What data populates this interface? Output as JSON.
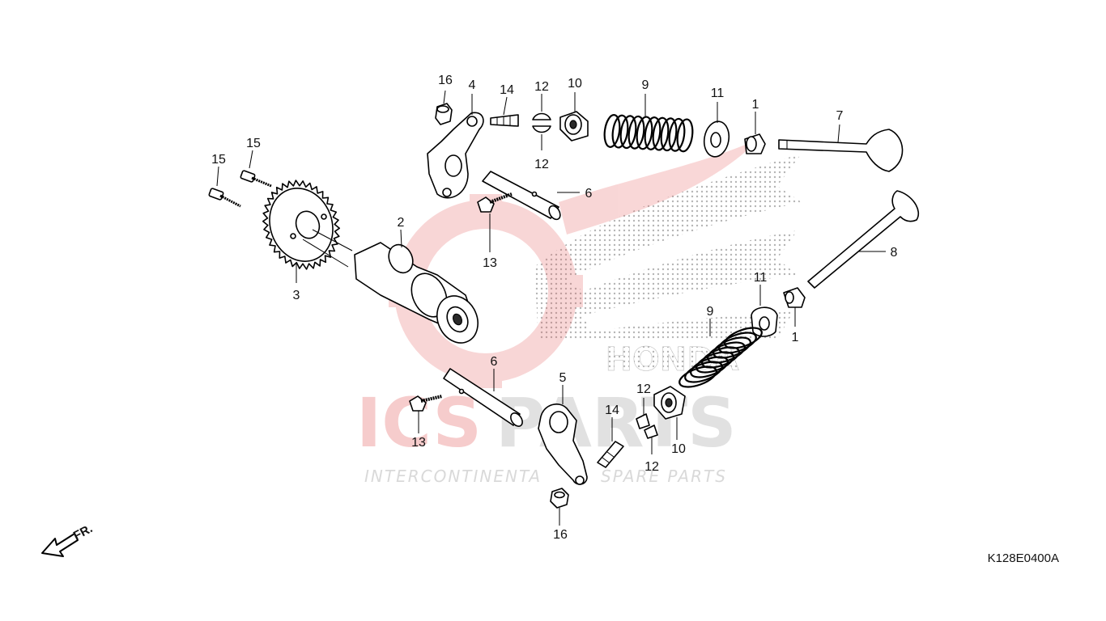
{
  "diagram": {
    "title": "",
    "drawing_code": "K128E0400A",
    "front_indicator": "FR."
  },
  "watermark": {
    "brand_left": "ICS",
    "brand_right": "PARTS",
    "tagline_left": "INTERCONTINENTA",
    "tagline_right": "SPARE PARTS",
    "logo_text": "HONDA",
    "colors": {
      "red": "#e24a4a",
      "grey": "#c9c9c9",
      "dots": "#b5b5b5"
    }
  },
  "callouts": [
    {
      "id": "c-16a",
      "label": "16"
    },
    {
      "id": "c-4",
      "label": "4"
    },
    {
      "id": "c-14a",
      "label": "14"
    },
    {
      "id": "c-12a",
      "label": "12"
    },
    {
      "id": "c-10a",
      "label": "10"
    },
    {
      "id": "c-9a",
      "label": "9"
    },
    {
      "id": "c-11a",
      "label": "11"
    },
    {
      "id": "c-1a",
      "label": "1"
    },
    {
      "id": "c-7",
      "label": "7"
    },
    {
      "id": "c-12b",
      "label": "12"
    },
    {
      "id": "c-15a",
      "label": "15"
    },
    {
      "id": "c-15b",
      "label": "15"
    },
    {
      "id": "c-2",
      "label": "2"
    },
    {
      "id": "c-6a",
      "label": "6"
    },
    {
      "id": "c-13a",
      "label": "13"
    },
    {
      "id": "c-3",
      "label": "3"
    },
    {
      "id": "c-8",
      "label": "8"
    },
    {
      "id": "c-11b",
      "label": "11"
    },
    {
      "id": "c-1b",
      "label": "1"
    },
    {
      "id": "c-9b",
      "label": "9"
    },
    {
      "id": "c-6b",
      "label": "6"
    },
    {
      "id": "c-5",
      "label": "5"
    },
    {
      "id": "c-12c",
      "label": "12"
    },
    {
      "id": "c-14b",
      "label": "14"
    },
    {
      "id": "c-13b",
      "label": "13"
    },
    {
      "id": "c-10b",
      "label": "10"
    },
    {
      "id": "c-12d",
      "label": "12"
    },
    {
      "id": "c-16b",
      "label": "16"
    }
  ]
}
